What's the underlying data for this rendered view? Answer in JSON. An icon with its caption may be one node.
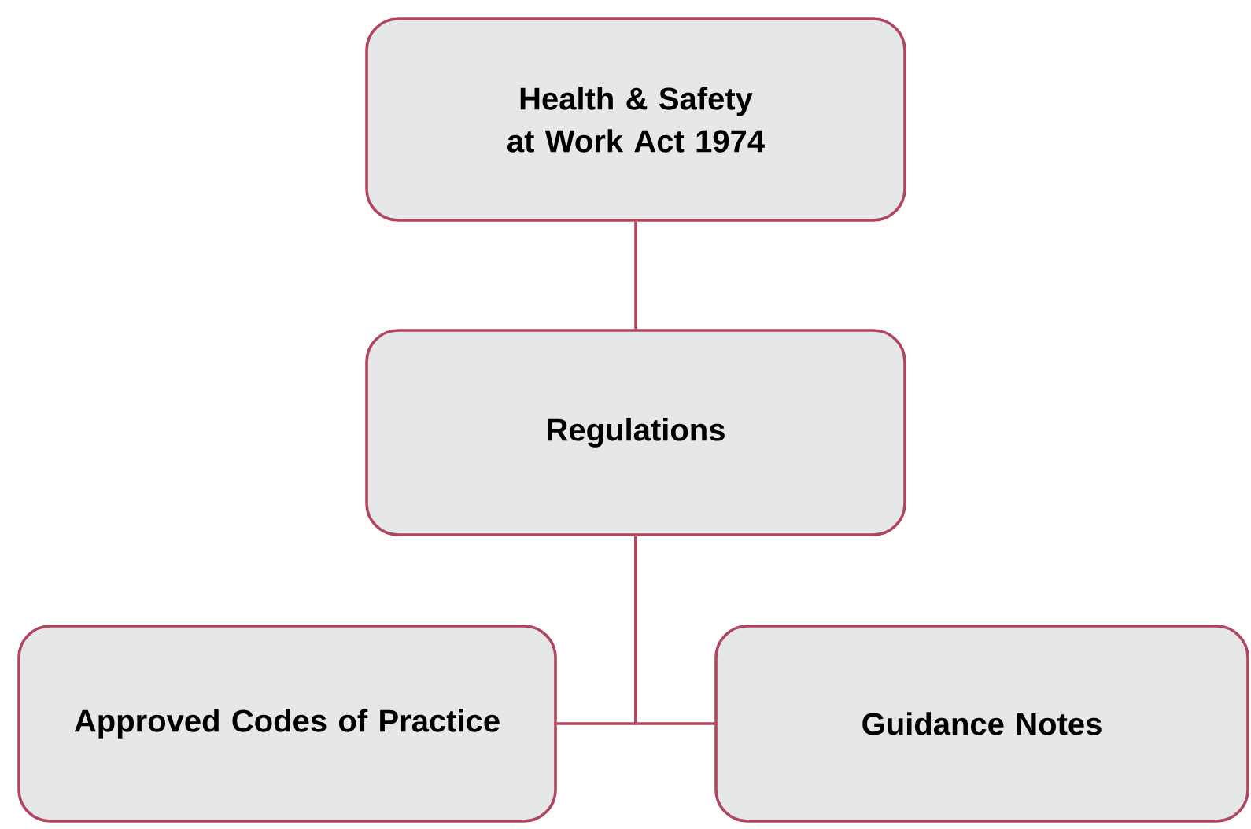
{
  "diagram": {
    "nodes": [
      {
        "text": [
          "Health & Safety at Work Act 1974"
        ]
      },
      {
        "text": [
          "Regulations"
        ]
      },
      {
        "text": [
          "Approved Codes of Practice"
        ]
      },
      {
        "text": [
          "Guidance Notes"
        ]
      }
    ],
    "edges": [
      {
        "from": 0,
        "to": 1,
        "arrow": "none"
      },
      {
        "from": 1,
        "to": 2,
        "arrow": "none"
      },
      {
        "from": 1,
        "to": 3,
        "arrow": "none"
      }
    ]
  }
}
